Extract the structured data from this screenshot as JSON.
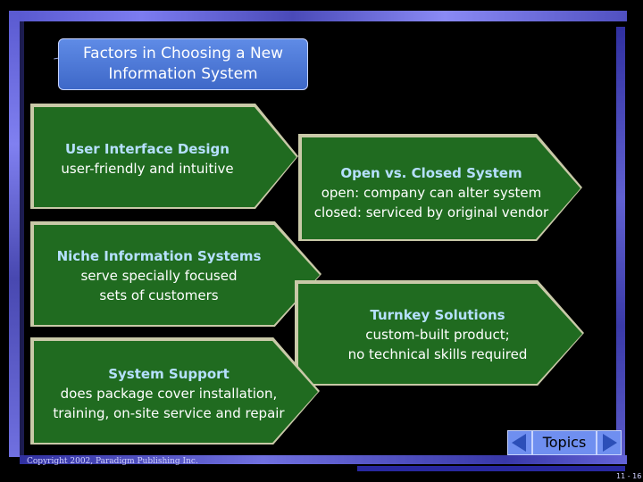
{
  "title": {
    "line1": "Factors in Choosing a New",
    "line2": "Information System"
  },
  "factors": [
    {
      "heading": "User Interface Design",
      "lines": [
        "user-friendly and intuitive"
      ]
    },
    {
      "heading": "Open vs. Closed System",
      "lines": [
        "open: company can alter system",
        "closed: serviced by original vendor"
      ]
    },
    {
      "heading": "Niche Information Systems",
      "lines": [
        "serve specially focused",
        "sets of customers"
      ]
    },
    {
      "heading": "Turnkey Solutions",
      "lines": [
        "custom-built product;",
        "no technical skills required"
      ]
    },
    {
      "heading": "System Support",
      "lines": [
        "does package cover installation,",
        "training, on-site service and repair"
      ]
    }
  ],
  "nav": {
    "topics_label": "Topics",
    "prev_icon": "left-triangle-icon",
    "next_icon": "right-triangle-icon"
  },
  "footer": {
    "copyright": "Copyright 2002, Paradigm Publishing Inc.",
    "page": "11 - 16"
  },
  "colors": {
    "background": "#000000",
    "arrow_fill": "#206b20",
    "heading_text": "#b6e0ff",
    "title_box": "#4a74d4"
  }
}
